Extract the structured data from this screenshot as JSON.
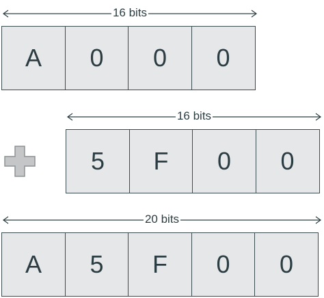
{
  "rows": [
    {
      "label": "16 bits",
      "cells": [
        "A",
        "0",
        "0",
        "0"
      ]
    },
    {
      "label": "16 bits",
      "cells": [
        "5",
        "F",
        "0",
        "0"
      ]
    },
    {
      "label": "20 bits",
      "cells": [
        "A",
        "5",
        "F",
        "0",
        "0"
      ]
    }
  ],
  "operator": "plus-icon",
  "colors": {
    "cell_fill": "#e6e7e8",
    "border": "#3a4a4e",
    "text": "#2b3d42",
    "plus_fill": "#c4c6c8"
  }
}
